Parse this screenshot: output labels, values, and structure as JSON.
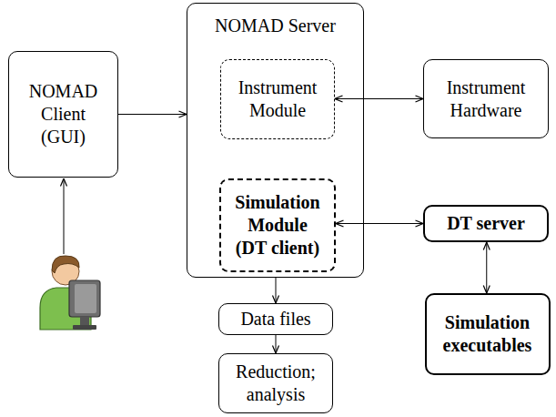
{
  "diagram": {
    "nodes": [
      {
        "text": [
          "NOMAD Client (GUI)"
        ]
      },
      {
        "text": [
          "NOMAD Server"
        ]
      },
      {
        "text": [
          "Instrument Module"
        ],
        "in": 1
      },
      {
        "text": [
          "Simulation Module (DT client)"
        ],
        "in": 1
      },
      {
        "text": [
          "Instrument Hardware"
        ]
      },
      {
        "text": [
          "DT server"
        ]
      },
      {
        "text": [
          "Simulation executables"
        ]
      },
      {
        "text": [
          "Data files"
        ]
      },
      {
        "text": [
          "Reduction; analysis"
        ]
      }
    ],
    "edges": [
      {
        "from": 0,
        "to": 1,
        "arrow": "to"
      },
      {
        "from": 2,
        "to": 4,
        "arrow": "both"
      },
      {
        "from": 3,
        "to": 5,
        "arrow": "both"
      },
      {
        "from": 5,
        "to": 6,
        "arrow": "both"
      },
      {
        "from": 1,
        "to": 7,
        "arrow": "to"
      },
      {
        "from": 7,
        "to": 8,
        "arrow": "to"
      }
    ]
  }
}
